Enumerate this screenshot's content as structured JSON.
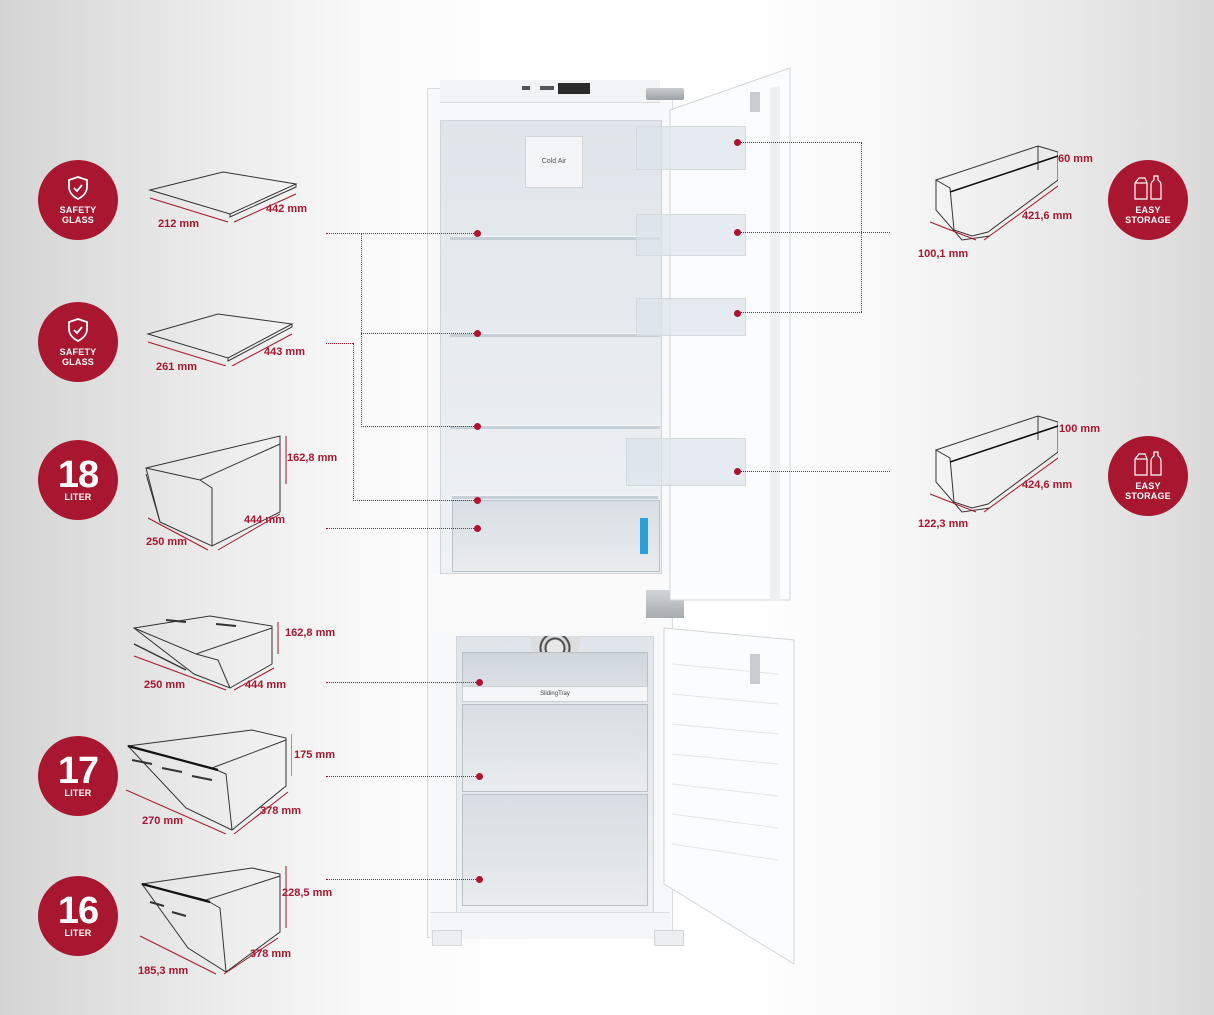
{
  "colors": {
    "accent": "#a8162f",
    "leader": "#b01232"
  },
  "left_items": [
    {
      "badge": {
        "type": "icon",
        "icon": "shield-check-icon",
        "line1": "SAFETY",
        "line2": "GLASS"
      },
      "part": "glass-shelf",
      "dims": {
        "width": "212 mm",
        "depth": "442 mm"
      }
    },
    {
      "badge": {
        "type": "icon",
        "icon": "shield-check-icon",
        "line1": "SAFETY",
        "line2": "GLASS"
      },
      "part": "glass-shelf",
      "dims": {
        "width": "261 mm",
        "depth": "443 mm"
      }
    },
    {
      "badge": {
        "type": "number",
        "number": "18",
        "unit": "LITER"
      },
      "part": "crisper-drawer",
      "dims": {
        "height": "162,8 mm",
        "width": "250 mm",
        "depth": "444 mm"
      }
    },
    {
      "badge": null,
      "part": "sliding-tray",
      "dims": {
        "height": "162,8 mm",
        "width": "250 mm",
        "depth": "444 mm"
      }
    },
    {
      "badge": {
        "type": "number",
        "number": "17",
        "unit": "LITER"
      },
      "part": "freezer-drawer",
      "dims": {
        "height": "175 mm",
        "width": "270 mm",
        "depth": "378 mm"
      }
    },
    {
      "badge": {
        "type": "number",
        "number": "16",
        "unit": "LITER"
      },
      "part": "freezer-drawer",
      "dims": {
        "height": "228,5 mm",
        "width": "185,3 mm",
        "depth": "378 mm"
      }
    }
  ],
  "right_items": [
    {
      "badge": {
        "icon": "carton-bottle-icon",
        "line1": "EASY",
        "line2": "STORAGE"
      },
      "part": "door-bin",
      "dims": {
        "height": "60 mm",
        "length": "421,6 mm",
        "depth": "100,1 mm"
      }
    },
    {
      "badge": {
        "icon": "carton-bottle-icon",
        "line1": "EASY",
        "line2": "STORAGE"
      },
      "part": "door-bin",
      "dims": {
        "height": "100 mm",
        "length": "424,6 mm",
        "depth": "122,3 mm"
      }
    }
  ],
  "fridge": {
    "fan_cover_label": "Cold Air",
    "sliding_tray_label": "SlidingTray"
  }
}
